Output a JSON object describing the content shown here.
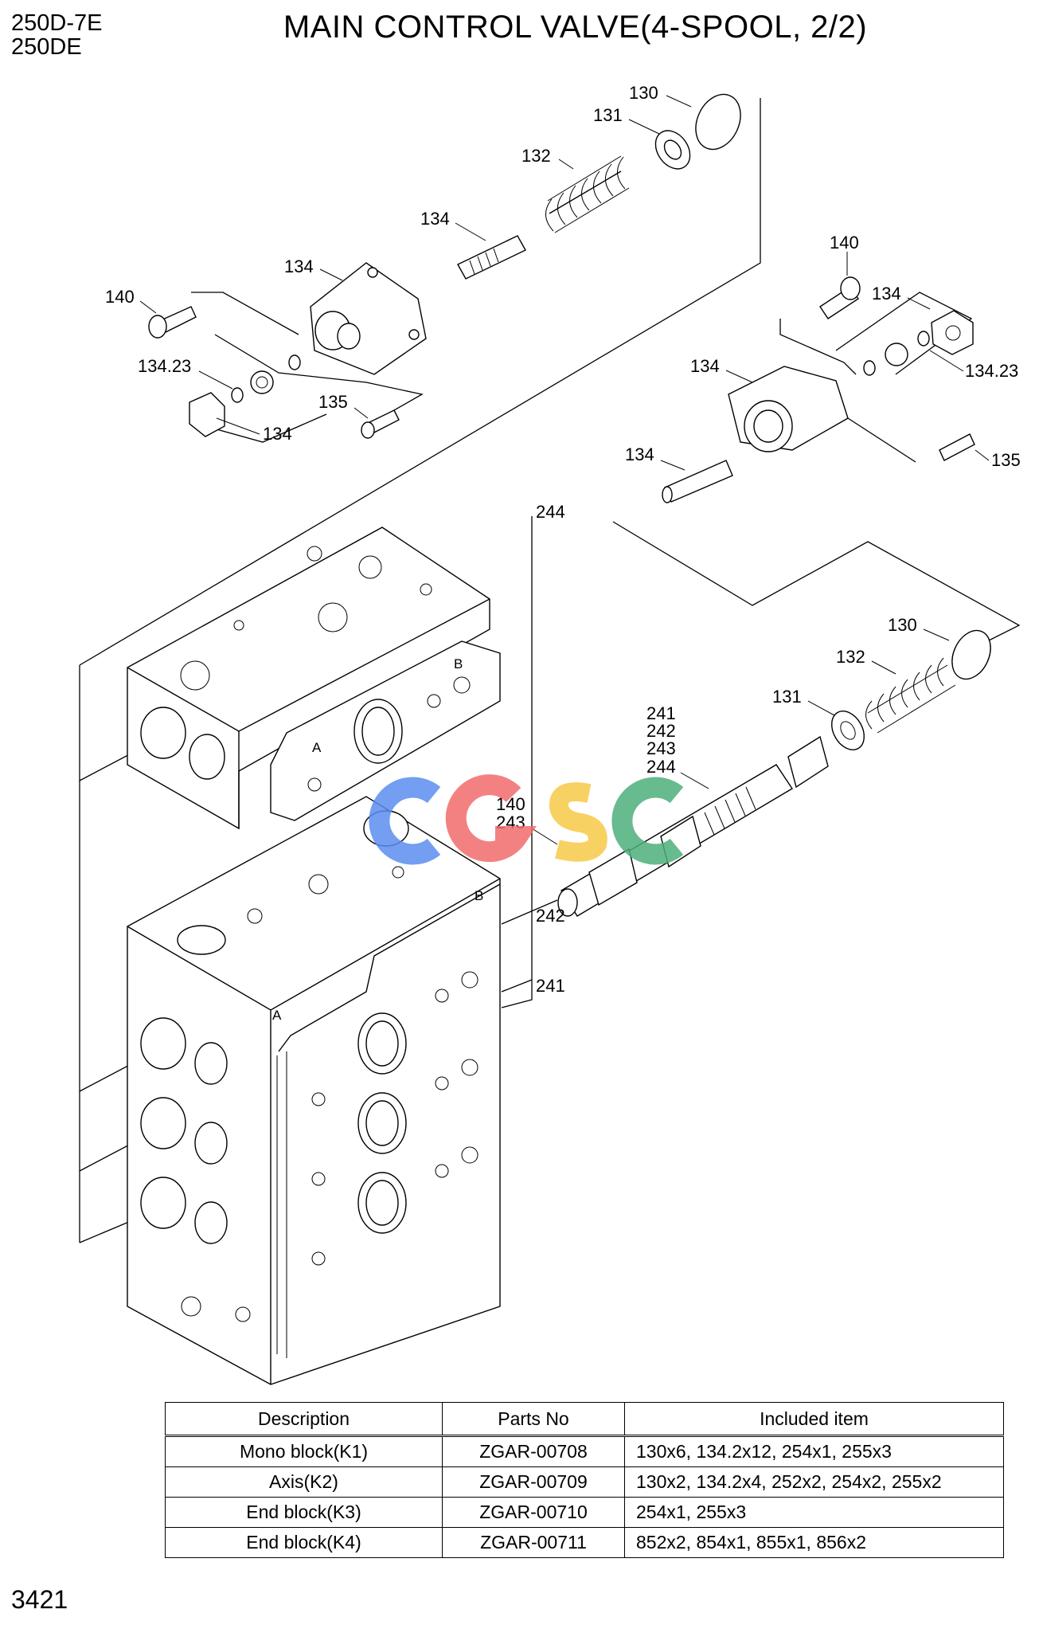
{
  "header": {
    "model_line1": "250D-7E",
    "model_line2": "250DE",
    "title": "MAIN CONTROL VALVE(4-SPOOL, 2/2)"
  },
  "callouts": [
    "130",
    "131",
    "132",
    "134",
    "134",
    "140",
    "134.23",
    "134",
    "135",
    "140",
    "134",
    "134.23",
    "134",
    "135",
    "134",
    "244",
    "130",
    "132",
    "131",
    "241",
    "242",
    "243",
    "244",
    "140",
    "243",
    "242",
    "241"
  ],
  "block_marks": [
    "A",
    "B",
    "A",
    "B"
  ],
  "watermark": {
    "letters": [
      "C",
      "G",
      "S",
      "C"
    ],
    "colors": [
      "#5b8def",
      "#f26b6b",
      "#f7c948",
      "#4caf7a"
    ]
  },
  "table": {
    "headers": [
      "Description",
      "Parts No",
      "Included item"
    ],
    "rows": [
      {
        "description": "Mono block(K1)",
        "part_no": "ZGAR-00708",
        "included": "130x6, 134.2x12, 254x1, 255x3"
      },
      {
        "description": "Axis(K2)",
        "part_no": "ZGAR-00709",
        "included": "130x2, 134.2x4, 252x2, 254x2, 255x2"
      },
      {
        "description": "End block(K3)",
        "part_no": "ZGAR-00710",
        "included": "254x1, 255x3"
      },
      {
        "description": "End block(K4)",
        "part_no": "ZGAR-00711",
        "included": "852x2, 854x1, 855x1, 856x2"
      }
    ]
  },
  "page_number": "3421"
}
